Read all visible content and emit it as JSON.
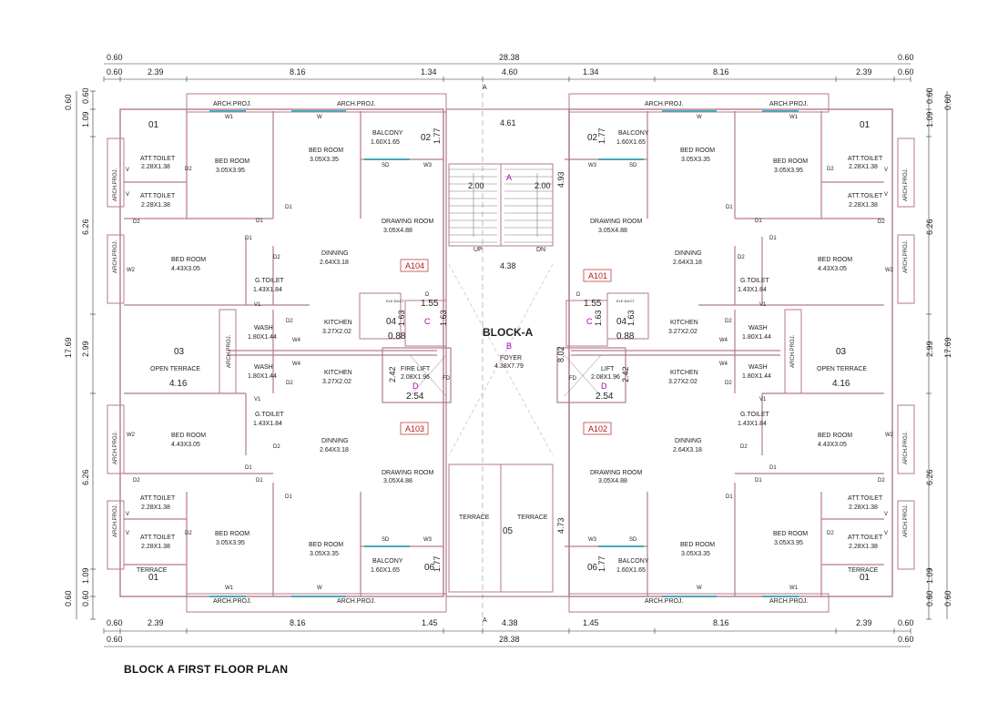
{
  "caption": "BLOCK A FIRST FLOOR PLAN",
  "colors": {
    "wall": "#b47a8a",
    "line": "#7a7a7a",
    "dim": "#333333",
    "tag_red": "#b01818",
    "tag_purple": "#b000b0"
  },
  "dims": {
    "total": "28.38",
    "edge": "0.60",
    "top": [
      "2.39",
      "8.16",
      "1.34",
      "4.60",
      "1.34",
      "8.16",
      "2.39"
    ],
    "bottom": [
      "2.39",
      "8.16",
      "1.45",
      "4.38",
      "1.45",
      "8.16",
      "2.39"
    ],
    "left_total": "17.69",
    "side": [
      "0.60",
      "1.09",
      "6.26",
      "2.99",
      "6.26",
      "1.09",
      "0.60"
    ]
  },
  "center": {
    "block": "BLOCK-A",
    "foyer": "FOYER",
    "foyer_size": "4.38X7.79",
    "dim_top": "4.61",
    "dim_stair_l": "2.00",
    "dim_stair_r": "2.00",
    "dim_stair_v": "4.93",
    "dim_mid": "4.38",
    "up": "UP",
    "dn": "DN",
    "terrace": "TERRACE",
    "terrace_no": "05",
    "dim_terrace": "4.73",
    "dim_foyer_v": "8.02",
    "marker_a": "A",
    "marker_b": "B",
    "section": "A"
  },
  "core": {
    "fire_lift": "FIRE LIFT",
    "lift": "LIFT",
    "lift_size": "2.08X1.96",
    "duct": "ELE.DUCT",
    "dim_155": "1.55",
    "dim_163": "1.63",
    "dim_088": "0.88",
    "dim_242": "2.42",
    "dim_254": "2.54",
    "no_04": "04",
    "c": "C",
    "d": "D",
    "fd": "FD",
    "door": "D"
  },
  "units": {
    "a104": "A104",
    "a101": "A101",
    "a103": "A103",
    "a102": "A102"
  },
  "rooms": {
    "bed_room": "BED ROOM",
    "att_toilet": "ATT.TOILET",
    "g_toilet": "G.TOILET",
    "balcony": "BALCONY",
    "drawing_room": "DRAWING ROOM",
    "dinning": "DINNING",
    "kitchen": "KITCHEN",
    "wash": "WASH",
    "open_terrace": "OPEN TERRACE",
    "terrace": "TERRACE",
    "arch_proj": "ARCH.PROJ.",
    "s_bed1": "3.05X3.95",
    "s_bed2": "3.05X3.35",
    "s_bed3": "4.43X3.05",
    "s_att": "2.28X1.38",
    "s_gt": "1.43X1.84",
    "s_bal": "1.60X1.65",
    "s_draw": "3.05X4.88",
    "s_din": "2.64X3.18",
    "s_kit": "3.27X2.02",
    "s_wash": "1.80X1.44",
    "s_terr": "4.16",
    "n01": "01",
    "n02": "02",
    "n03": "03",
    "n06": "06",
    "d_177": "1.77",
    "d_299": "2.99",
    "w1": "W1",
    "w": "W",
    "w2": "W2",
    "w3": "W3",
    "w4": "W4",
    "sd": "SD",
    "d1": "D1",
    "d2": "D2",
    "v": "V",
    "v1": "V1"
  }
}
